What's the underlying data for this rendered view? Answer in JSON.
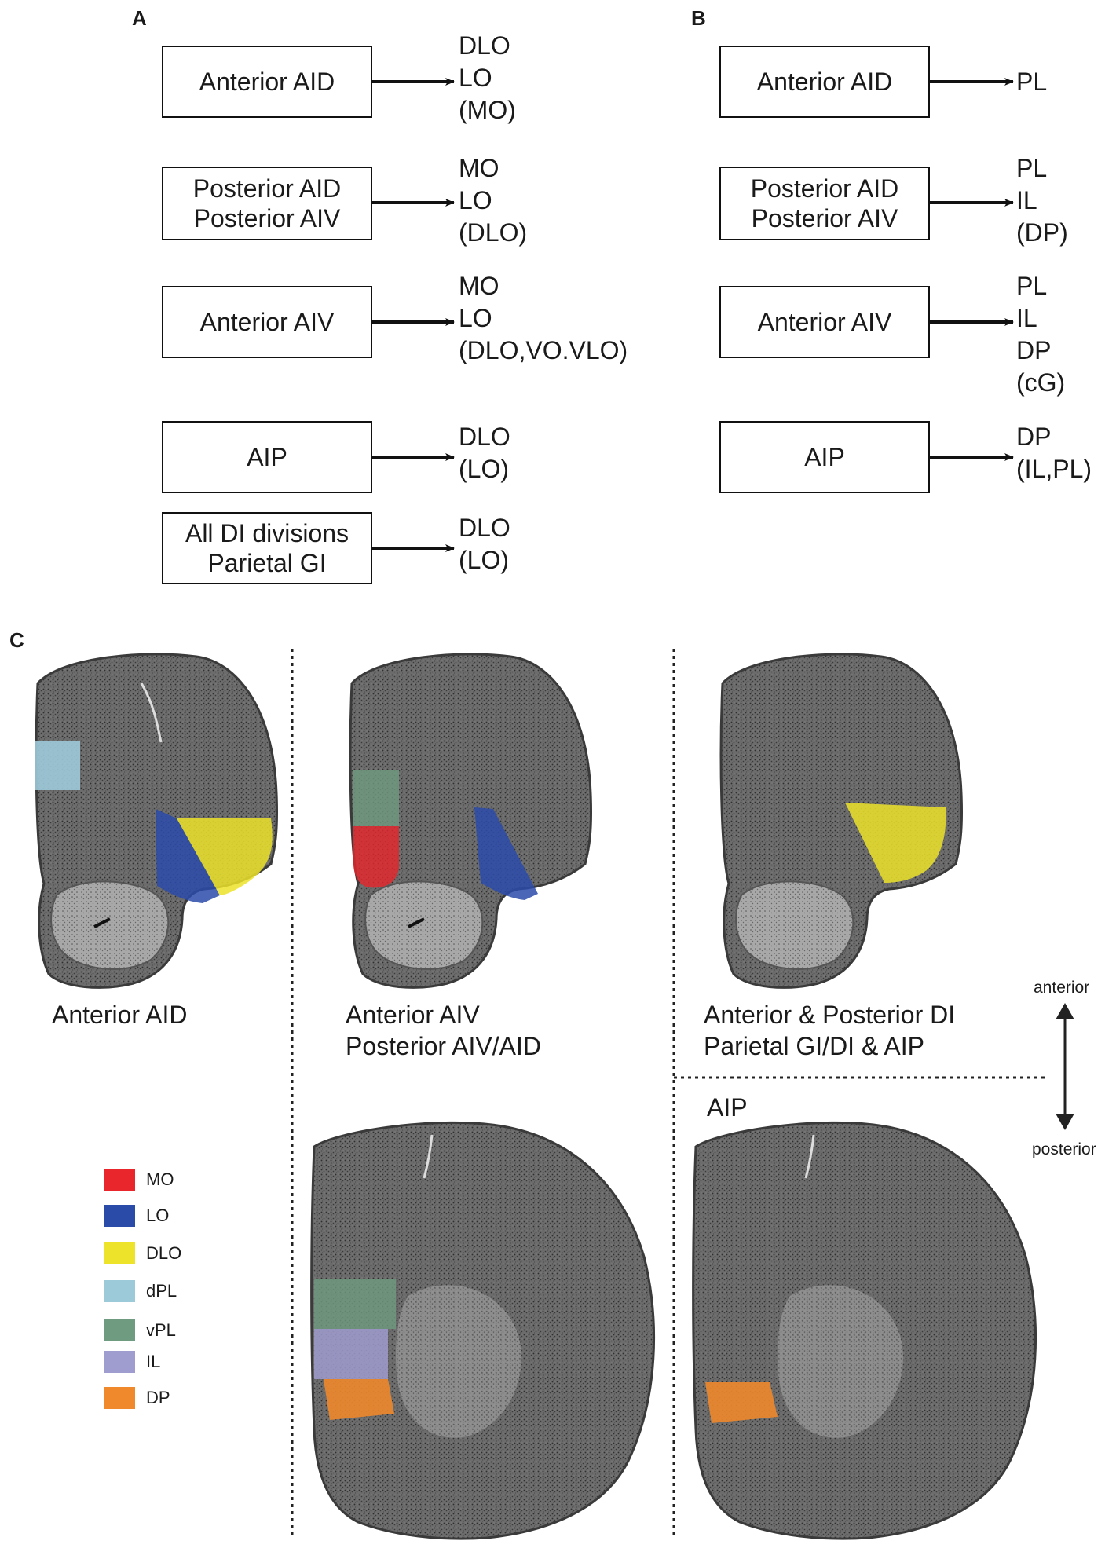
{
  "panels": {
    "a": "A",
    "b": "B",
    "c": "C"
  },
  "panel_a": {
    "rows": [
      {
        "source": [
          "Anterior AID"
        ],
        "targets": [
          "DLO",
          "LO",
          "(MO)"
        ]
      },
      {
        "source": [
          "Posterior AID",
          "Posterior AIV"
        ],
        "targets": [
          "MO",
          "LO",
          "(DLO)"
        ]
      },
      {
        "source": [
          "Anterior AIV"
        ],
        "targets": [
          "MO",
          "LO",
          "(DLO,VO.VLO)"
        ]
      },
      {
        "source": [
          "AIP"
        ],
        "targets": [
          "DLO",
          "(LO)"
        ]
      },
      {
        "source": [
          "All DI divisions",
          "Parietal GI"
        ],
        "targets": [
          "DLO",
          "(LO)"
        ]
      }
    ]
  },
  "panel_b": {
    "rows": [
      {
        "source": [
          "Anterior AID"
        ],
        "targets": [
          "PL"
        ]
      },
      {
        "source": [
          "Posterior AID",
          "Posterior AIV"
        ],
        "targets": [
          "PL",
          "IL",
          "(DP)"
        ]
      },
      {
        "source": [
          "Anterior AIV"
        ],
        "targets": [
          "PL",
          "IL",
          "DP",
          "(cG)"
        ]
      },
      {
        "source": [
          "AIP"
        ],
        "targets": [
          "DP",
          "(IL,PL)"
        ]
      }
    ]
  },
  "panel_c": {
    "captions": {
      "col1": [
        "Anterior AID"
      ],
      "col2": [
        "Anterior AIV",
        "Posterior AIV/AID"
      ],
      "col3": [
        "Anterior & Posterior DI",
        "Parietal GI/DI & AIP"
      ],
      "col3_lower": [
        "AIP"
      ]
    },
    "axis": {
      "top": "anterior",
      "bottom": "posterior"
    },
    "legend": [
      {
        "label": "MO",
        "color": "#e8262c"
      },
      {
        "label": "LO",
        "color": "#2b4ba9"
      },
      {
        "label": "DLO",
        "color": "#ece32a"
      },
      {
        "label": "dPL",
        "color": "#9dcad9"
      },
      {
        "label": "vPL",
        "color": "#6f9b80"
      },
      {
        "label": "IL",
        "color": "#9f9ccf"
      },
      {
        "label": "DP",
        "color": "#f0882c"
      }
    ]
  }
}
